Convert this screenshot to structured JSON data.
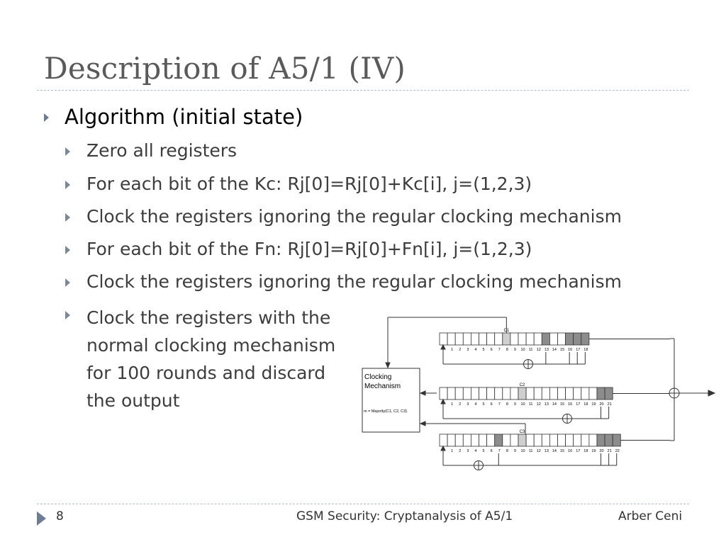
{
  "slide": {
    "title": "Description of A5/1 (IV)",
    "main_bullet": "Algorithm (initial state)",
    "sub_bullets": [
      "Zero all registers",
      "For each bit of the Kc: Rj[0]=Rj[0]+Kc[i],  j=(1,2,3)",
      "Clock the registers ignoring the regular clocking mechanism",
      "For each bit of the Fn: Rj[0]=Rj[0]+Fn[i],  j=(1,2,3)",
      "Clock the registers ignoring the regular clocking mechanism"
    ],
    "last_bullet_lines": [
      "Clock the registers with the",
      "normal clocking mechanism",
      "for 100 rounds and discard",
      "the output"
    ]
  },
  "diagram": {
    "clocking_box": {
      "title_line1": "Clocking",
      "title_line2": "Mechanism",
      "formula": "m = Majority(C1, C2, C3)"
    },
    "registers": [
      {
        "clock_label": "C1",
        "last_index": 18
      },
      {
        "clock_label": "C2",
        "last_index": 21
      },
      {
        "clock_label": "C3",
        "last_index": 22
      }
    ]
  },
  "footer": {
    "page_number": "8",
    "center": "GSM Security: Cryptanalysis of A5/1",
    "author": "Arber Ceni"
  },
  "colors": {
    "title": "#5a5a5a",
    "bullet_arrow": "#7c8798",
    "shaded_cell": "#8c8c8c",
    "clock_cell": "#cfcfcf"
  }
}
